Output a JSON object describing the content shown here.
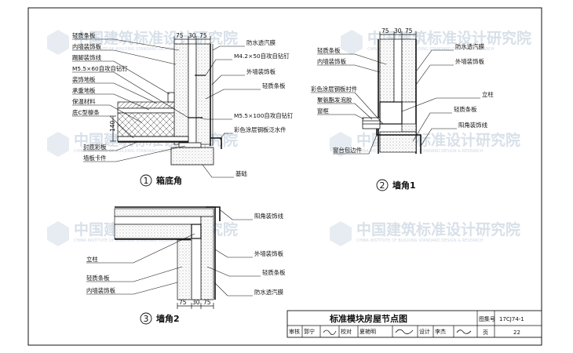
{
  "watermark": {
    "text": "中国建筑标准设计研究院",
    "subtext": "CHINA INSTITUTE OF BUILDING STANDARD DESIGN & RESEARCH"
  },
  "detail1": {
    "number": "1",
    "title": "箱底角",
    "dims": [
      "75",
      "30",
      "75"
    ],
    "height_dim": "140",
    "left_labels": [
      "轻质条板",
      "内墙装饰板",
      "踢脚装饰线",
      "M5.5×60自攻自钻钉",
      "装饰地板",
      "承重地板",
      "保温材料",
      "底C型檩条",
      "封底彩板",
      "墙板卡件"
    ],
    "right_labels": [
      "防水透汽膜",
      "M4.2×50自攻自钻钉",
      "外墙装饰板",
      "轻质条板",
      "M5.5×100自攻自钻钉",
      "彩色涂层钢板泛水件",
      "基础"
    ]
  },
  "detail2": {
    "number": "2",
    "title": "墙角1",
    "dims": [
      "75",
      "30",
      "75"
    ],
    "left_labels": [
      "轻质条板",
      "内墙装饰板",
      "彩色涂层钢板衬件",
      "聚氨酯发泡胶",
      "窗框",
      "窗台包边件"
    ],
    "right_labels": [
      "防水透汽膜",
      "外墙装饰板",
      "立柱",
      "轻质条板",
      "阳角装饰线"
    ]
  },
  "detail3": {
    "number": "3",
    "title": "墙角2",
    "dims": [
      "75",
      "30",
      "75"
    ],
    "left_labels": [
      "立柱",
      "轻质条板",
      "内墙装饰板"
    ],
    "right_labels": [
      "阳角装饰线",
      "外墙装饰板",
      "轻质条板",
      "防水透汽膜"
    ]
  },
  "title_block": {
    "title": "标准模块房屋节点图",
    "atlas_no_label": "图集号",
    "atlas_no": "17CJ74-1",
    "review_label": "审核",
    "review_name": "郭宁",
    "check_label": "校对",
    "check_name": "夏艳明",
    "design_label": "设计",
    "design_name": "李杰",
    "page_label": "页",
    "page_no": "22"
  }
}
